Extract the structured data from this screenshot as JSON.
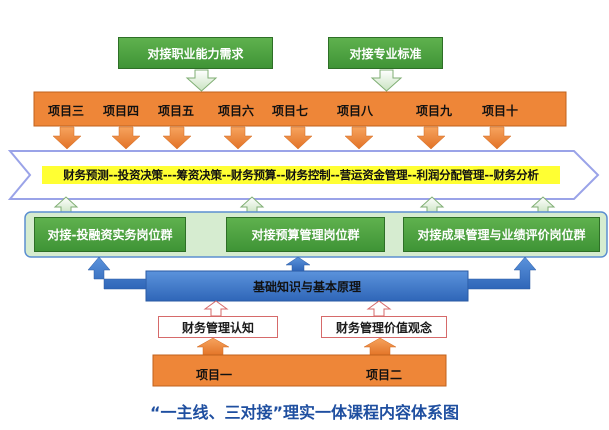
{
  "top_boxes": {
    "career_ability": "对接职业能力需求",
    "professional_standard": "对接专业标准"
  },
  "projects_top": [
    "项目三",
    "项目四",
    "项目五",
    "项目六",
    "项目七",
    "项目八",
    "项目九",
    "项目十"
  ],
  "main_line": "财务预测--投资决策---筹资决策--财务预算--财务控制--营运资金管理--利润分配管理--财务分析",
  "position_groups": {
    "investment_financing": "对接-投融资实务岗位群",
    "budget_management": "对接预算管理岗位群",
    "performance_evaluation": "对接成果管理与业绩评价岗位群"
  },
  "foundation": "基础知识与基本原理",
  "cognition": {
    "financial_management_awareness": "财务管理认知",
    "financial_management_values": "财务管理价值观念"
  },
  "projects_bottom": [
    "项目一",
    "项目二"
  ],
  "caption": "“一主线、三对接”理实一体课程内容体系图",
  "colors": {
    "green": "#4aa13f",
    "orange": "#ee8638",
    "blue_bar": "#3e78c8",
    "main_line_fill": "#ffff33",
    "caption": "#1f4fa0"
  }
}
